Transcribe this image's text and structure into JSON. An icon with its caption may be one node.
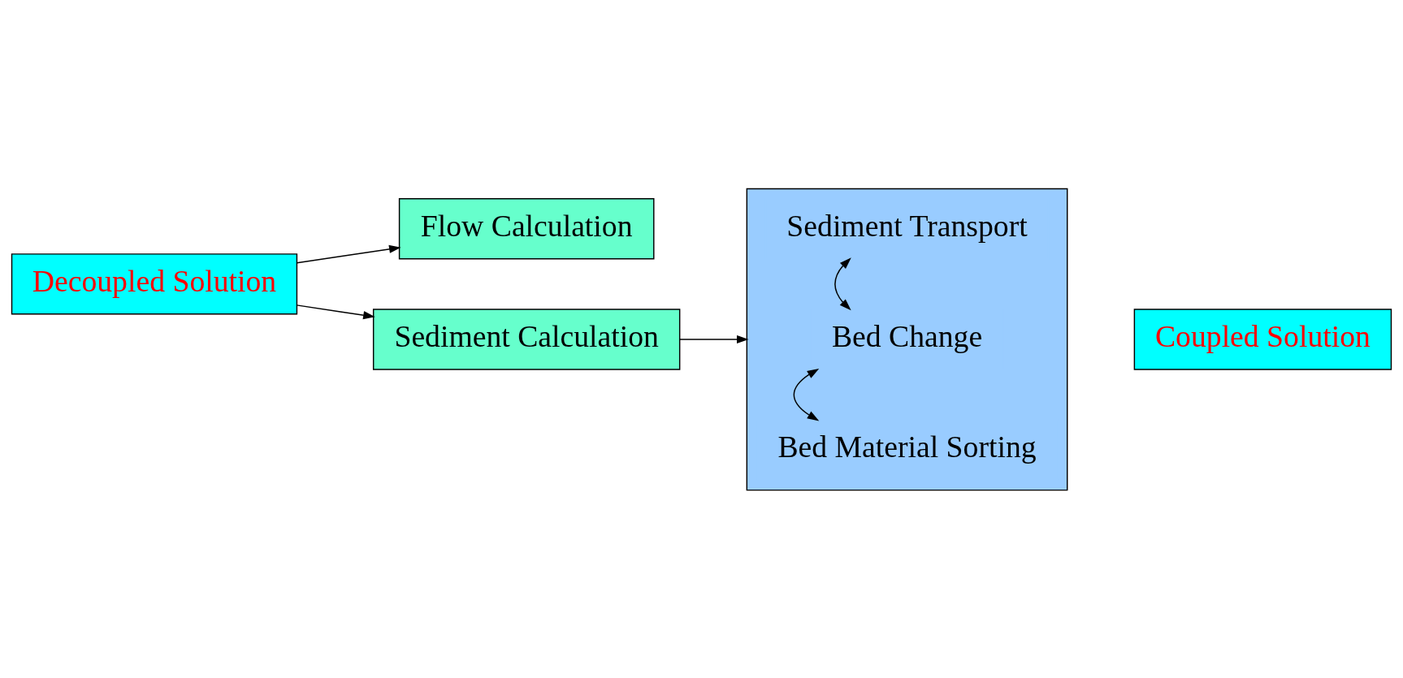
{
  "diagram": {
    "nodes": [
      {
        "text": [
          "Decoupled Solution"
        ]
      },
      {
        "text": [
          "Flow Calculation"
        ]
      },
      {
        "text": [
          "Sediment Calculation"
        ]
      },
      {
        "text": [],
        "shape": "box"
      },
      {
        "text": [
          "Sediment Transport"
        ],
        "in": 3
      },
      {
        "text": [
          "Bed Change"
        ],
        "in": 3
      },
      {
        "text": [
          "Bed Material Sorting"
        ],
        "in": 3
      },
      {
        "text": [
          "Coupled Solution"
        ]
      }
    ],
    "edges": [
      {
        "from": 0,
        "to": 1,
        "arrow": "to"
      },
      {
        "from": 0,
        "to": 2,
        "arrow": "to"
      },
      {
        "from": 2,
        "to": 3,
        "arrow": "to"
      },
      {
        "from": 4,
        "to": 5,
        "arrow": "both"
      },
      {
        "from": 5,
        "to": 6,
        "arrow": "both"
      }
    ]
  }
}
